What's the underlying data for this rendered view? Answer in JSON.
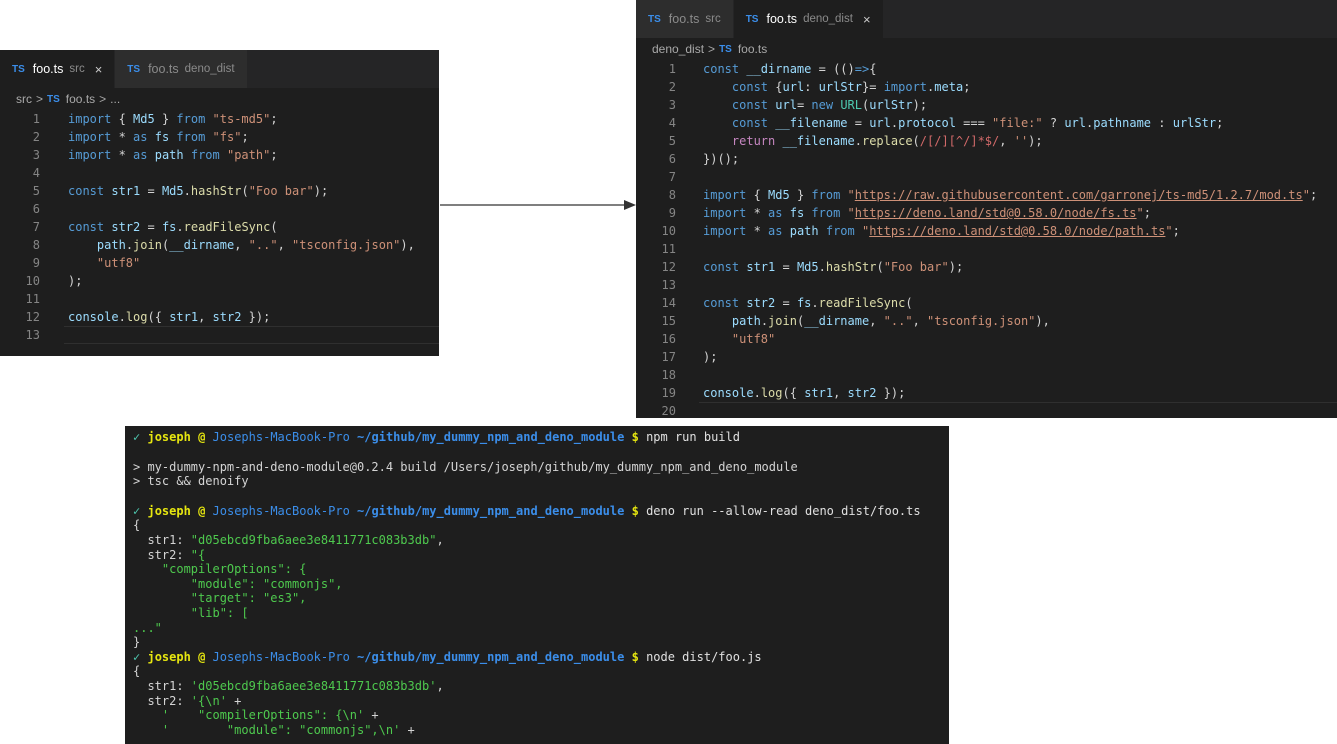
{
  "colors": {
    "keyword": "#569cd6",
    "control": "#c586c0",
    "string": "#ce9178",
    "function": "#dcdcaa",
    "variable": "#9cdcfe",
    "type": "#4ec9b0",
    "text": "#d4d4d4",
    "punct": "#d4d4d4",
    "regex": "#d16969",
    "url": "#ce9178"
  },
  "left_editor": {
    "tabs": [
      {
        "badge": "TS",
        "name": "foo.ts",
        "dir": "src",
        "close": "×",
        "active": true
      },
      {
        "badge": "TS",
        "name": "foo.ts",
        "dir": "deno_dist",
        "close": "",
        "active": false
      }
    ],
    "breadcrumb": {
      "folder": "src",
      "sep": ">",
      "badge": "TS",
      "file": "foo.ts",
      "sep2": ">",
      "rest": "..."
    },
    "lines": [
      {
        "n": "1",
        "t": [
          [
            "keyword",
            "import "
          ],
          [
            "punct",
            "{ "
          ],
          [
            "variable",
            "Md5"
          ],
          [
            "punct",
            " } "
          ],
          [
            "keyword",
            "from "
          ],
          [
            "string",
            "\"ts-md5\""
          ],
          [
            "punct",
            ";"
          ]
        ]
      },
      {
        "n": "2",
        "t": [
          [
            "keyword",
            "import "
          ],
          [
            "punct",
            "* "
          ],
          [
            "keyword",
            "as "
          ],
          [
            "variable",
            "fs "
          ],
          [
            "keyword",
            "from "
          ],
          [
            "string",
            "\"fs\""
          ],
          [
            "punct",
            ";"
          ]
        ]
      },
      {
        "n": "3",
        "t": [
          [
            "keyword",
            "import "
          ],
          [
            "punct",
            "* "
          ],
          [
            "keyword",
            "as "
          ],
          [
            "variable",
            "path "
          ],
          [
            "keyword",
            "from "
          ],
          [
            "string",
            "\"path\""
          ],
          [
            "punct",
            ";"
          ]
        ]
      },
      {
        "n": "4",
        "t": []
      },
      {
        "n": "5",
        "t": [
          [
            "keyword",
            "const "
          ],
          [
            "variable",
            "str1"
          ],
          [
            "punct",
            " = "
          ],
          [
            "variable",
            "Md5"
          ],
          [
            "punct",
            "."
          ],
          [
            "function",
            "hashStr"
          ],
          [
            "punct",
            "("
          ],
          [
            "string",
            "\"Foo bar\""
          ],
          [
            "punct",
            ");"
          ]
        ]
      },
      {
        "n": "6",
        "t": []
      },
      {
        "n": "7",
        "t": [
          [
            "keyword",
            "const "
          ],
          [
            "variable",
            "str2"
          ],
          [
            "punct",
            " = "
          ],
          [
            "variable",
            "fs"
          ],
          [
            "punct",
            "."
          ],
          [
            "function",
            "readFileSync"
          ],
          [
            "punct",
            "("
          ]
        ]
      },
      {
        "n": "8",
        "t": [
          [
            "punct",
            "    "
          ],
          [
            "variable",
            "path"
          ],
          [
            "punct",
            "."
          ],
          [
            "function",
            "join"
          ],
          [
            "punct",
            "("
          ],
          [
            "variable",
            "__dirname"
          ],
          [
            "punct",
            ", "
          ],
          [
            "string",
            "\"..\""
          ],
          [
            "punct",
            ", "
          ],
          [
            "string",
            "\"tsconfig.json\""
          ],
          [
            "punct",
            "),"
          ]
        ]
      },
      {
        "n": "9",
        "t": [
          [
            "punct",
            "    "
          ],
          [
            "string",
            "\"utf8\""
          ]
        ]
      },
      {
        "n": "10",
        "t": [
          [
            "punct",
            ");"
          ]
        ]
      },
      {
        "n": "11",
        "t": []
      },
      {
        "n": "12",
        "t": [
          [
            "variable",
            "console"
          ],
          [
            "punct",
            "."
          ],
          [
            "function",
            "log"
          ],
          [
            "punct",
            "({ "
          ],
          [
            "variable",
            "str1"
          ],
          [
            "punct",
            ", "
          ],
          [
            "variable",
            "str2"
          ],
          [
            "punct",
            " });"
          ]
        ]
      },
      {
        "n": "13",
        "t": []
      }
    ]
  },
  "right_editor": {
    "tabs": [
      {
        "badge": "TS",
        "name": "foo.ts",
        "dir": "src",
        "close": "",
        "active": false
      },
      {
        "badge": "TS",
        "name": "foo.ts",
        "dir": "deno_dist",
        "close": "×",
        "active": true
      }
    ],
    "breadcrumb": {
      "folder": "deno_dist",
      "sep": ">",
      "badge": "TS",
      "file": "foo.ts"
    },
    "lines": [
      {
        "n": "1",
        "t": [
          [
            "keyword",
            "const "
          ],
          [
            "variable",
            "__dirname"
          ],
          [
            "punct",
            " = (()"
          ],
          [
            "keyword",
            "=>"
          ],
          [
            "punct",
            "{"
          ]
        ]
      },
      {
        "n": "2",
        "t": [
          [
            "punct",
            "    "
          ],
          [
            "keyword",
            "const "
          ],
          [
            "punct",
            "{"
          ],
          [
            "variable",
            "url"
          ],
          [
            "punct",
            ": "
          ],
          [
            "variable",
            "urlStr"
          ],
          [
            "punct",
            "}= "
          ],
          [
            "keyword",
            "import"
          ],
          [
            "punct",
            "."
          ],
          [
            "variable",
            "meta"
          ],
          [
            "punct",
            ";"
          ]
        ]
      },
      {
        "n": "3",
        "t": [
          [
            "punct",
            "    "
          ],
          [
            "keyword",
            "const "
          ],
          [
            "variable",
            "url"
          ],
          [
            "punct",
            "= "
          ],
          [
            "keyword",
            "new "
          ],
          [
            "type",
            "URL"
          ],
          [
            "punct",
            "("
          ],
          [
            "variable",
            "urlStr"
          ],
          [
            "punct",
            ");"
          ]
        ]
      },
      {
        "n": "4",
        "t": [
          [
            "punct",
            "    "
          ],
          [
            "keyword",
            "const "
          ],
          [
            "variable",
            "__filename"
          ],
          [
            "punct",
            " = "
          ],
          [
            "variable",
            "url"
          ],
          [
            "punct",
            "."
          ],
          [
            "variable",
            "protocol"
          ],
          [
            "punct",
            " === "
          ],
          [
            "string",
            "\"file:\""
          ],
          [
            "punct",
            " ? "
          ],
          [
            "variable",
            "url"
          ],
          [
            "punct",
            "."
          ],
          [
            "variable",
            "pathname"
          ],
          [
            "punct",
            " : "
          ],
          [
            "variable",
            "urlStr"
          ],
          [
            "punct",
            ";"
          ]
        ]
      },
      {
        "n": "5",
        "t": [
          [
            "punct",
            "    "
          ],
          [
            "control",
            "return "
          ],
          [
            "variable",
            "__filename"
          ],
          [
            "punct",
            "."
          ],
          [
            "function",
            "replace"
          ],
          [
            "punct",
            "("
          ],
          [
            "regex",
            "/[/][^/]*$/"
          ],
          [
            "punct",
            ", "
          ],
          [
            "string",
            "''"
          ],
          [
            "punct",
            ");"
          ]
        ]
      },
      {
        "n": "6",
        "t": [
          [
            "punct",
            "})();"
          ]
        ]
      },
      {
        "n": "7",
        "t": []
      },
      {
        "n": "8",
        "t": [
          [
            "keyword",
            "import "
          ],
          [
            "punct",
            "{ "
          ],
          [
            "variable",
            "Md5"
          ],
          [
            "punct",
            " } "
          ],
          [
            "keyword",
            "from "
          ],
          [
            "string",
            "\""
          ],
          [
            "url",
            "https://raw.githubusercontent.com/garronej/ts-md5/1.2.7/mod.ts"
          ],
          [
            "string",
            "\""
          ],
          [
            "punct",
            ";"
          ]
        ]
      },
      {
        "n": "9",
        "t": [
          [
            "keyword",
            "import "
          ],
          [
            "punct",
            "* "
          ],
          [
            "keyword",
            "as "
          ],
          [
            "variable",
            "fs "
          ],
          [
            "keyword",
            "from "
          ],
          [
            "string",
            "\""
          ],
          [
            "url",
            "https://deno.land/std@0.58.0/node/fs.ts"
          ],
          [
            "string",
            "\""
          ],
          [
            "punct",
            ";"
          ]
        ]
      },
      {
        "n": "10",
        "t": [
          [
            "keyword",
            "import "
          ],
          [
            "punct",
            "* "
          ],
          [
            "keyword",
            "as "
          ],
          [
            "variable",
            "path "
          ],
          [
            "keyword",
            "from "
          ],
          [
            "string",
            "\""
          ],
          [
            "url",
            "https://deno.land/std@0.58.0/node/path.ts"
          ],
          [
            "string",
            "\""
          ],
          [
            "punct",
            ";"
          ]
        ]
      },
      {
        "n": "11",
        "t": []
      },
      {
        "n": "12",
        "t": [
          [
            "keyword",
            "const "
          ],
          [
            "variable",
            "str1"
          ],
          [
            "punct",
            " = "
          ],
          [
            "variable",
            "Md5"
          ],
          [
            "punct",
            "."
          ],
          [
            "function",
            "hashStr"
          ],
          [
            "punct",
            "("
          ],
          [
            "string",
            "\"Foo bar\""
          ],
          [
            "punct",
            ");"
          ]
        ]
      },
      {
        "n": "13",
        "t": []
      },
      {
        "n": "14",
        "t": [
          [
            "keyword",
            "const "
          ],
          [
            "variable",
            "str2"
          ],
          [
            "punct",
            " = "
          ],
          [
            "variable",
            "fs"
          ],
          [
            "punct",
            "."
          ],
          [
            "function",
            "readFileSync"
          ],
          [
            "punct",
            "("
          ]
        ]
      },
      {
        "n": "15",
        "t": [
          [
            "punct",
            "    "
          ],
          [
            "variable",
            "path"
          ],
          [
            "punct",
            "."
          ],
          [
            "function",
            "join"
          ],
          [
            "punct",
            "("
          ],
          [
            "variable",
            "__dirname"
          ],
          [
            "punct",
            ", "
          ],
          [
            "string",
            "\"..\""
          ],
          [
            "punct",
            ", "
          ],
          [
            "string",
            "\"tsconfig.json\""
          ],
          [
            "punct",
            "),"
          ]
        ]
      },
      {
        "n": "16",
        "t": [
          [
            "punct",
            "    "
          ],
          [
            "string",
            "\"utf8\""
          ]
        ]
      },
      {
        "n": "17",
        "t": [
          [
            "punct",
            ");"
          ]
        ]
      },
      {
        "n": "18",
        "t": []
      },
      {
        "n": "19",
        "t": [
          [
            "variable",
            "console"
          ],
          [
            "punct",
            "."
          ],
          [
            "function",
            "log"
          ],
          [
            "punct",
            "({ "
          ],
          [
            "variable",
            "str1"
          ],
          [
            "punct",
            ", "
          ],
          [
            "variable",
            "str2"
          ],
          [
            "punct",
            " });"
          ]
        ]
      },
      {
        "n": "20",
        "t": []
      }
    ]
  },
  "terminal": {
    "prompt": {
      "tick": "✓",
      "user": "joseph",
      "at": "@",
      "host": "Josephs-MacBook-Pro",
      "path": "~/github/my_dummy_npm_and_deno_module",
      "dollar": "$"
    },
    "lines": [
      {
        "type": "prompt",
        "cmd": "npm run build"
      },
      {
        "type": "blank"
      },
      {
        "type": "out",
        "text": "> my-dummy-npm-and-deno-module@0.2.4 build /Users/joseph/github/my_dummy_npm_and_deno_module"
      },
      {
        "type": "out",
        "text": "> tsc && denoify"
      },
      {
        "type": "blank"
      },
      {
        "type": "prompt",
        "cmd": "deno run --allow-read deno_dist/foo.ts"
      },
      {
        "type": "out",
        "text": "{"
      },
      {
        "type": "kv",
        "key": "  str1: ",
        "val": "\"d05ebcd9fba6aee3e8411771c083b3db\"",
        "tail": ","
      },
      {
        "type": "kv",
        "key": "  str2: ",
        "val": "\"{",
        "tail": ""
      },
      {
        "type": "green",
        "text": "    \"compilerOptions\": {"
      },
      {
        "type": "green",
        "text": "        \"module\": \"commonjs\","
      },
      {
        "type": "green",
        "text": "        \"target\": \"es3\","
      },
      {
        "type": "green",
        "text": "        \"lib\": ["
      },
      {
        "type": "green",
        "text": "...\""
      },
      {
        "type": "out",
        "text": "}"
      },
      {
        "type": "prompt",
        "cmd": "node dist/foo.js"
      },
      {
        "type": "out",
        "text": "{"
      },
      {
        "type": "kv",
        "key": "  str1: ",
        "val": "'d05ebcd9fba6aee3e8411771c083b3db'",
        "tail": ","
      },
      {
        "type": "kv",
        "key": "  str2: ",
        "val": "'{\\n'",
        "tail": " +"
      },
      {
        "type": "kv",
        "key": "    ",
        "val": "'    \"compilerOptions\": {\\n'",
        "tail": " +"
      },
      {
        "type": "kv",
        "key": "    ",
        "val": "'        \"module\": \"commonjs\",\\n'",
        "tail": " +"
      }
    ]
  }
}
